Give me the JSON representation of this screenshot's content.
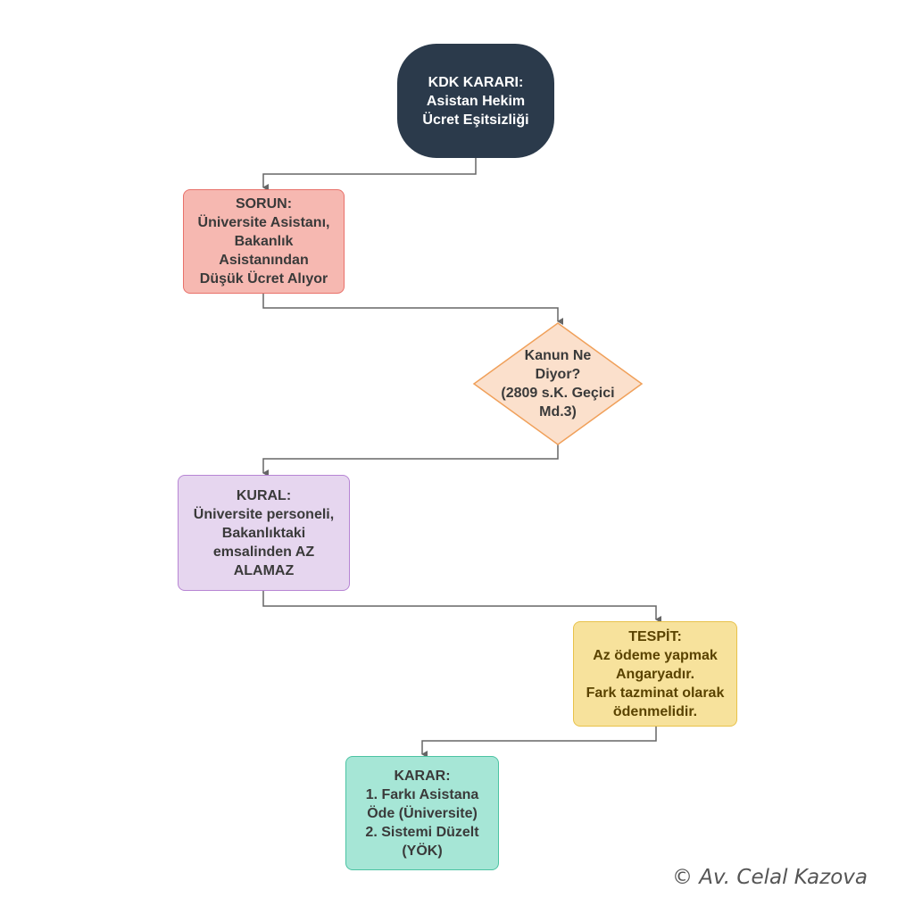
{
  "colors": {
    "start_fill": "#2b3a4b",
    "problem_fill": "#f6b8b1",
    "question_fill": "#fbe0cc",
    "question_stroke": "#f0a05a",
    "rule_fill": "#e6d6ef",
    "finding_fill": "#f7e29c",
    "decision_fill": "#a6e6d6",
    "connector": "#666666"
  },
  "nodes": {
    "start": {
      "lines": [
        "KDK KARARI:",
        "Asistan Hekim",
        "Ücret Eşitsizliği"
      ]
    },
    "problem": {
      "lines": [
        "SORUN:",
        "Üniversite Asistanı,",
        "Bakanlık",
        "Asistanından",
        "Düşük Ücret Alıyor"
      ]
    },
    "question": {
      "lines": [
        "Kanun Ne",
        "Diyor?",
        "(2809 s.K. Geçici",
        "Md.3)"
      ]
    },
    "rule": {
      "lines": [
        "KURAL:",
        "Üniversite personeli,",
        "Bakanlıktaki",
        "emsalinden AZ",
        "ALAMAZ"
      ]
    },
    "finding": {
      "lines": [
        "TESPİT:",
        "Az ödeme yapmak",
        "Angaryadır.",
        "Fark tazminat olarak",
        "ödenmelidir."
      ]
    },
    "decision": {
      "lines": [
        "KARAR:",
        "1. Farkı Asistana",
        "Öde (Üniversite)",
        "2. Sistemi Düzelt",
        "(YÖK)"
      ]
    }
  },
  "copyright": "© Av. Celal Kazova"
}
